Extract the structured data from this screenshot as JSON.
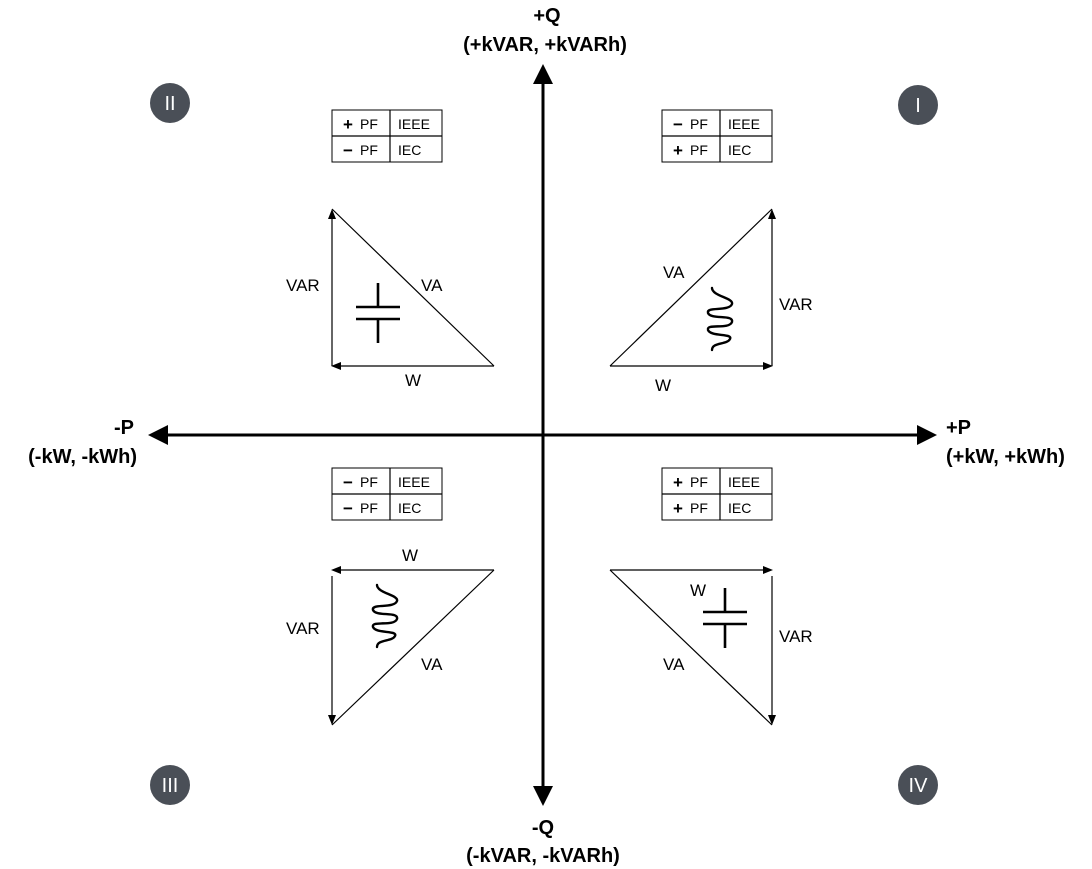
{
  "axes": {
    "top": {
      "line1": "+Q",
      "line2": "(+kVAR, +kVARh)"
    },
    "bottom": {
      "line1": "-Q",
      "line2": "(-kVAR, -kVARh)"
    },
    "left": {
      "line1": "-P",
      "line2": "(-kW, -kWh)"
    },
    "right": {
      "line1": "+P",
      "line2": "(+kW, +kWh)"
    }
  },
  "quadrants": {
    "I": {
      "badge": "I",
      "table": [
        {
          "sign": "−",
          "pf": "PF",
          "std": "IEEE"
        },
        {
          "sign": "+",
          "pf": "PF",
          "std": "IEC"
        }
      ],
      "labels": {
        "var": "VAR",
        "va": "VA",
        "w": "W"
      },
      "component": "inductor-icon"
    },
    "II": {
      "badge": "II",
      "table": [
        {
          "sign": "+",
          "pf": "PF",
          "std": "IEEE"
        },
        {
          "sign": "−",
          "pf": "PF",
          "std": "IEC"
        }
      ],
      "labels": {
        "var": "VAR",
        "va": "VA",
        "w": "W"
      },
      "component": "capacitor-icon"
    },
    "III": {
      "badge": "III",
      "table": [
        {
          "sign": "−",
          "pf": "PF",
          "std": "IEEE"
        },
        {
          "sign": "−",
          "pf": "PF",
          "std": "IEC"
        }
      ],
      "labels": {
        "var": "VAR",
        "va": "VA",
        "w": "W"
      },
      "component": "inductor-icon"
    },
    "IV": {
      "badge": "IV",
      "table": [
        {
          "sign": "+",
          "pf": "PF",
          "std": "IEEE"
        },
        {
          "sign": "+",
          "pf": "PF",
          "std": "IEC"
        }
      ],
      "labels": {
        "var": "VAR",
        "va": "VA",
        "w": "W"
      },
      "component": "capacitor-icon"
    }
  }
}
